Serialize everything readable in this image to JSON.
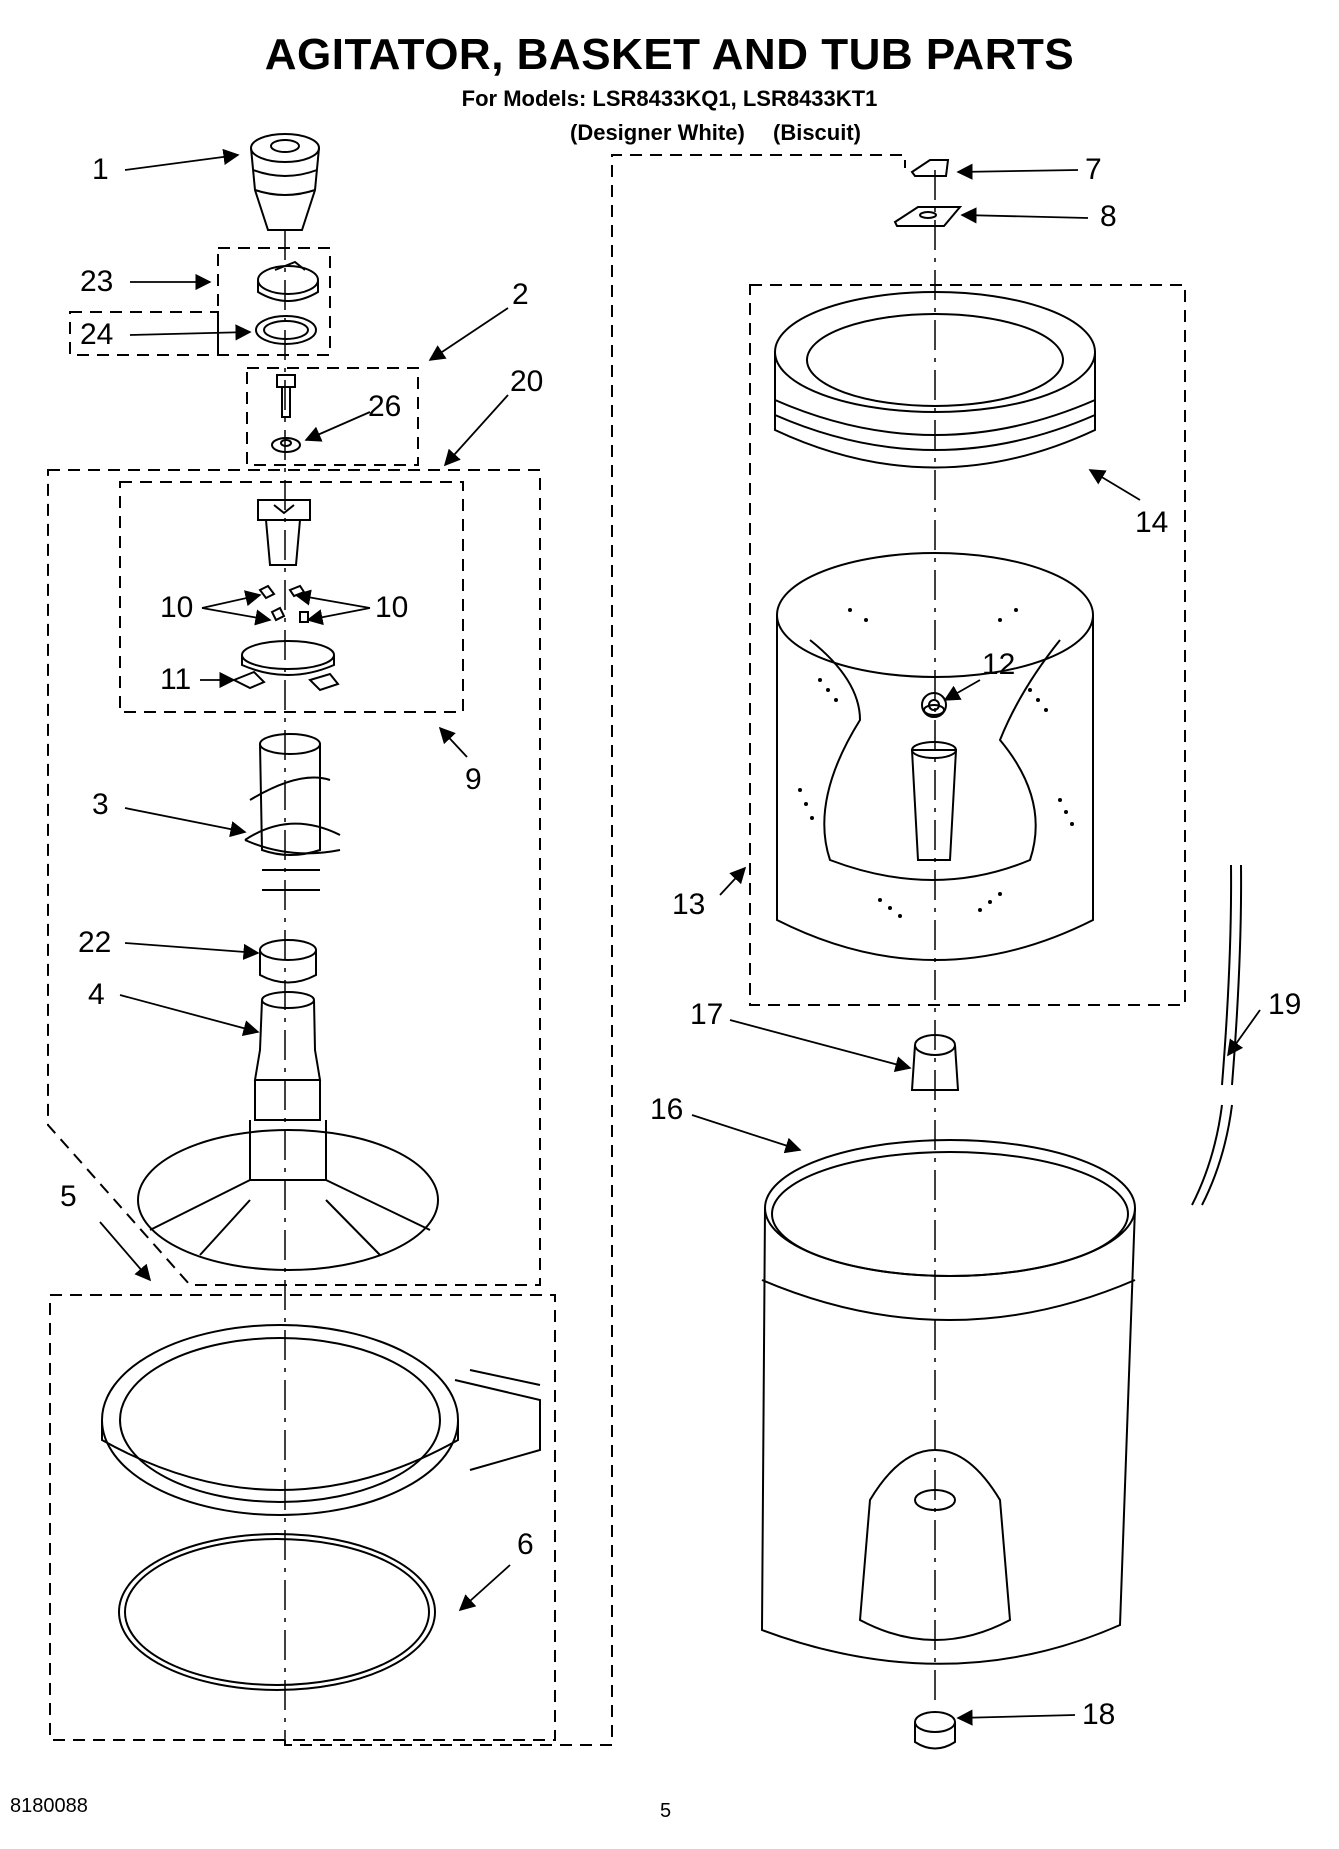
{
  "title": "AGITATOR, BASKET AND TUB PARTS",
  "models_line": "For Models: LSR8433KQ1, LSR8433KT1",
  "variant_1": "(Designer White)",
  "variant_2": "(Biscuit)",
  "callouts": {
    "c1": "1",
    "c2": "2",
    "c3": "3",
    "c4": "4",
    "c5": "5",
    "c6": "6",
    "c7": "7",
    "c8": "8",
    "c9": "9",
    "c10a": "10",
    "c10b": "10",
    "c11": "11",
    "c12": "12",
    "c13": "13",
    "c14": "14",
    "c16": "16",
    "c17": "17",
    "c18": "18",
    "c19": "19",
    "c20": "20",
    "c22": "22",
    "c23": "23",
    "c24": "24",
    "c26": "26"
  },
  "footer": {
    "doc_number": "8180088",
    "page": "5"
  }
}
